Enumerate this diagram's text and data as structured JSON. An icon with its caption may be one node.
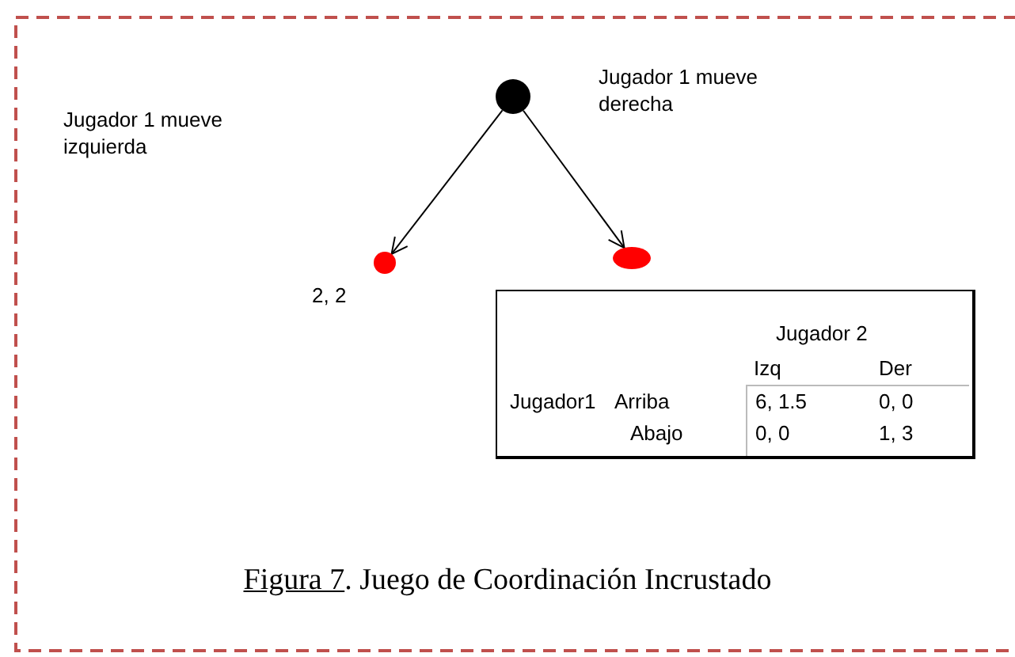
{
  "diagram": {
    "caption": "Figura 7. Juego de Coordinación Incrustado",
    "nodes": [
      {
        "text": [],
        "shape": "circle"
      },
      {
        "text": [],
        "shape": "circle",
        "beside": [
          "2, 2"
        ]
      },
      {
        "text": [],
        "shape": "circle"
      }
    ],
    "edges": [
      {
        "from": 0,
        "to": 1,
        "arrow": "to"
      },
      {
        "from": 0,
        "to": 2,
        "arrow": "to"
      }
    ],
    "labels": [
      "Jugador 1 mueve derecha",
      "Jugador 1 mueve izquierda",
      "Jugador 2",
      "Izq",
      "Der",
      "Jugador1",
      "Arriba",
      "6, 1.5",
      "0, 0",
      "Abajo",
      "0, 0",
      "1, 3"
    ]
  }
}
